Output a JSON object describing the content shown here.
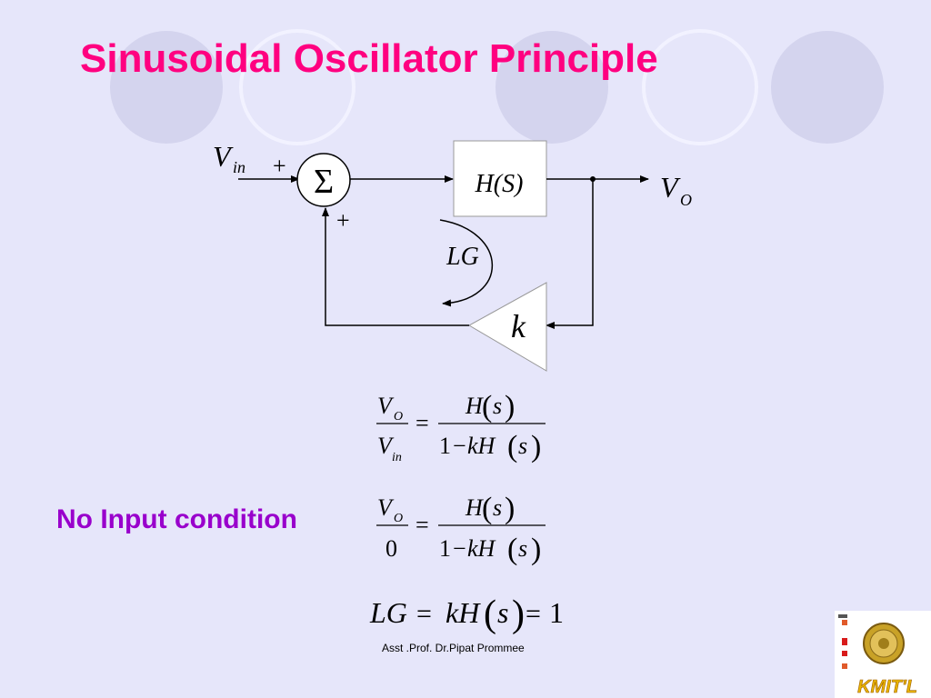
{
  "slide": {
    "title": "Sinusoidal Oscillator Principle",
    "condition_label": "No Input condition",
    "footer": "Asst .Prof. Dr.Pipat Prommee",
    "logo_text": "KMIT'L"
  },
  "diagram": {
    "input_V": "V",
    "input_sub": "in",
    "plus_top": "+",
    "plus_bottom": "+",
    "sum_symbol": "Σ",
    "block_label": "H(S)",
    "output_V": "V",
    "output_sub": "O",
    "loop_label": "LG",
    "gain_label": "k"
  },
  "equations": {
    "eq1": {
      "lhs_num_V": "V",
      "lhs_num_sub": "O",
      "lhs_den_V": "V",
      "lhs_den_sub": "in",
      "equals": "=",
      "rhs_num_H": "H",
      "rhs_num_s": "s",
      "rhs_den_1": "1",
      "rhs_den_minus": "−",
      "rhs_den_kH": "kH",
      "rhs_den_s": "s"
    },
    "eq2": {
      "lhs_num_V": "V",
      "lhs_num_sub": "O",
      "lhs_den": "0",
      "equals": "=",
      "rhs_num_H": "H",
      "rhs_num_s": "s",
      "rhs_den_1": "1",
      "rhs_den_minus": "−",
      "rhs_den_kH": "kH",
      "rhs_den_s": "s"
    },
    "eq3": {
      "LG": "LG",
      "eq_a": "=",
      "kH": "kH",
      "s": "s",
      "eq_b": "=",
      "one": "1"
    }
  }
}
